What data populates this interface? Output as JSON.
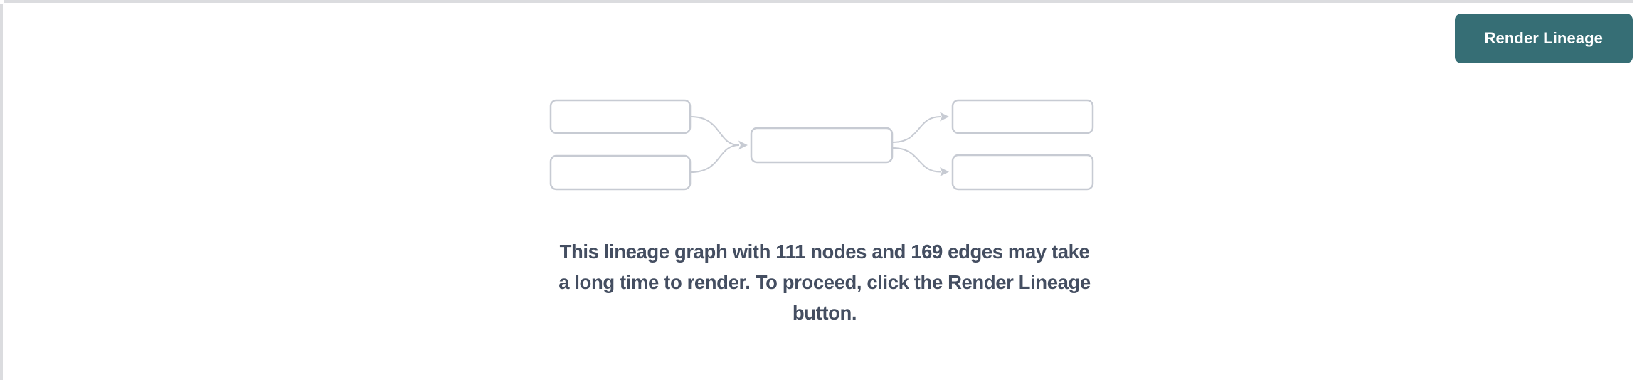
{
  "header": {
    "render_button_label": "Render Lineage"
  },
  "message": {
    "full_text": "This lineage graph with 111 nodes and 169 edges may take a long time to render. To proceed, click the Render Lineage button.",
    "lines": [
      "This lineage graph with 111 nodes and 169 edges may take",
      "a long time to render. To proceed, click the Render Lineage",
      "button."
    ],
    "node_count": 111,
    "edge_count": 169
  },
  "illustration": {
    "icon": "lineage-graph-placeholder-icon"
  },
  "colors": {
    "accent_teal": "#366E75",
    "graph_gray": "#C7CBD3",
    "text_dark": "#444E61",
    "border_gray": "#DBDCDF",
    "bg": "#FFFFFF"
  }
}
